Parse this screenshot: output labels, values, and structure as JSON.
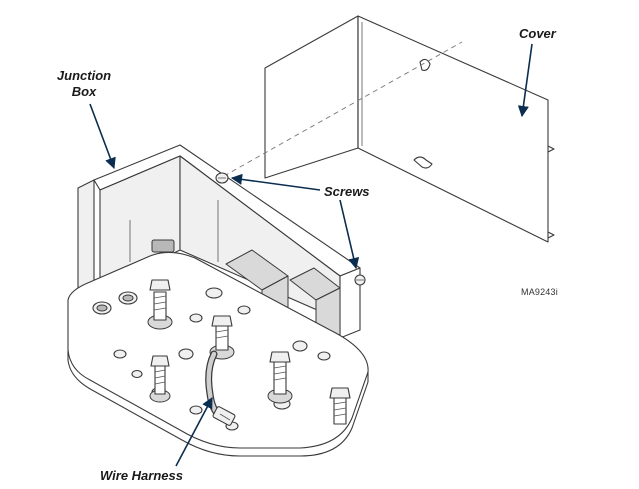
{
  "labels": {
    "cover": "Cover",
    "junction_box_line1": "Junction",
    "junction_box_line2": "Box",
    "screws": "Screws",
    "wire_harness": "Wire Harness"
  },
  "figure_id": "MA9243i",
  "colors": {
    "callout_arrow": "#0b2d4f",
    "outline": "#3a3a3a",
    "background": "#ffffff"
  }
}
